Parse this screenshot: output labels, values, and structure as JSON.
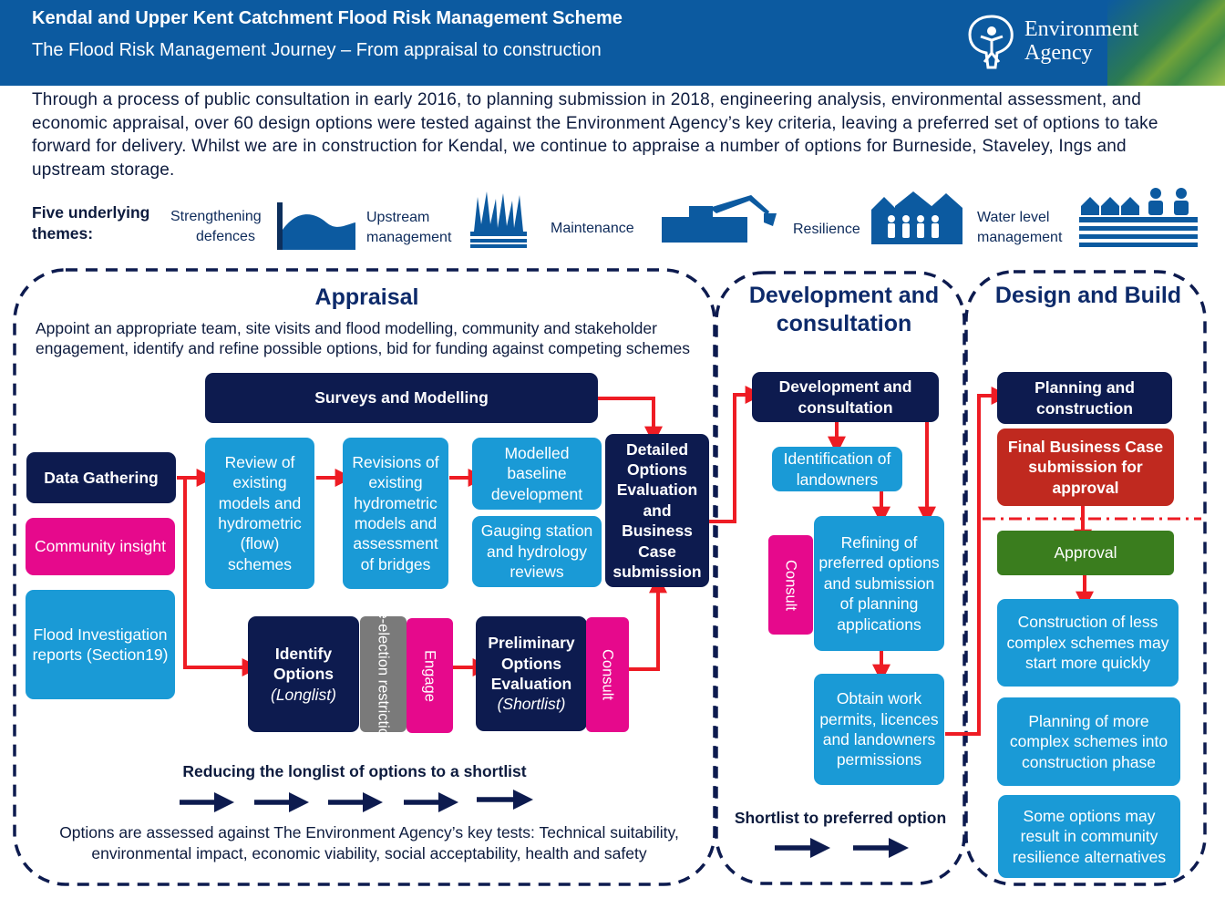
{
  "header": {
    "title": "Kendal and Upper Kent Catchment Flood Risk Management Scheme",
    "subtitle": "The Flood Risk Management Journey – From appraisal to construction",
    "logo_line1": "Environment",
    "logo_line2": "Agency"
  },
  "intro": "Through a process of public consultation in early 2016, to planning submission in 2018, engineering analysis, environmental assessment,  and economic appraisal, over 60 design options were tested against the Environment Agency’s key criteria, leaving a preferred set of options to take forward for delivery. Whilst we are in construction for Kendal, we continue to appraise a number of options for Burneside, Staveley, Ings and upstream storage.",
  "themes": {
    "heading_line1": "Five underlying",
    "heading_line2": "themes:",
    "items": [
      {
        "line1": "Strengthening",
        "line2": "defences",
        "icon": "defence-wall-icon"
      },
      {
        "line1": "Upstream",
        "line2": "management",
        "icon": "reeds-icon"
      },
      {
        "line1": "Maintenance",
        "line2": "",
        "icon": "excavator-barge-icon"
      },
      {
        "line1": "Resilience",
        "line2": "",
        "icon": "community-houses-icon"
      },
      {
        "line1": "Water level",
        "line2": "management",
        "icon": "houses-on-water-icon"
      }
    ]
  },
  "appraisal": {
    "title": "Appraisal",
    "description": "Appoint an appropriate team, site visits and flood modelling, community and stakeholder engagement, identify and refine possible options, bid for funding against competing schemes",
    "surveys": "Surveys and Modelling",
    "data_gathering": "Data Gathering",
    "community_insight": "Community insight",
    "flood_reports": "Flood Investigation reports (Section19)",
    "review_models": "Review of existing models and hydrometric (flow) schemes",
    "revisions": "Revisions of existing hydrometric models and assessment of bridges",
    "modelled_baseline": "Modelled baseline development",
    "gauging": "Gauging station and hydrology reviews",
    "detailed_options": "Detailed Options Evaluation and Business Case submission",
    "identify_title": "Identify Options",
    "identify_sub": "(Longlist)",
    "pre_election": "Pre-election restrictions",
    "engage": "Engage",
    "prelim_title": "Preliminary Options Evaluation",
    "prelim_sub": "(Shortlist)",
    "consult": "Consult",
    "reducing": "Reducing the longlist of options to a shortlist",
    "tests": "Options are assessed against The Environment Agency’s key tests: Technical suitability, environmental impact, economic viability, social acceptability, health and safety"
  },
  "development": {
    "title": "Development and consultation",
    "box_title": "Development and consultation",
    "landowners": "Identification of landowners",
    "consult": "Consult",
    "refining": "Refining of preferred options and submission of planning applications",
    "permits": "Obtain work permits, licences and landowners permissions",
    "shortlist": "Shortlist to preferred option"
  },
  "design": {
    "title": "Design and Build",
    "planning": "Planning and construction",
    "final_business": "Final Business Case submission for approval",
    "approval": "Approval",
    "less_complex": "Construction of less complex schemes may start more quickly",
    "more_complex": "Planning of more complex schemes into construction phase",
    "community": "Some options may result in community resilience alternatives"
  },
  "colors": {
    "header": "#0c5aa0",
    "navy": "#0d1b4f",
    "blue": "#1a9ad6",
    "pink": "#e6098c",
    "grey": "#7a7a7a",
    "red_box": "#c0291f",
    "green": "#3a7d1e",
    "arrow_red": "#ee1c24",
    "icon_blue": "#0c5aa0"
  }
}
